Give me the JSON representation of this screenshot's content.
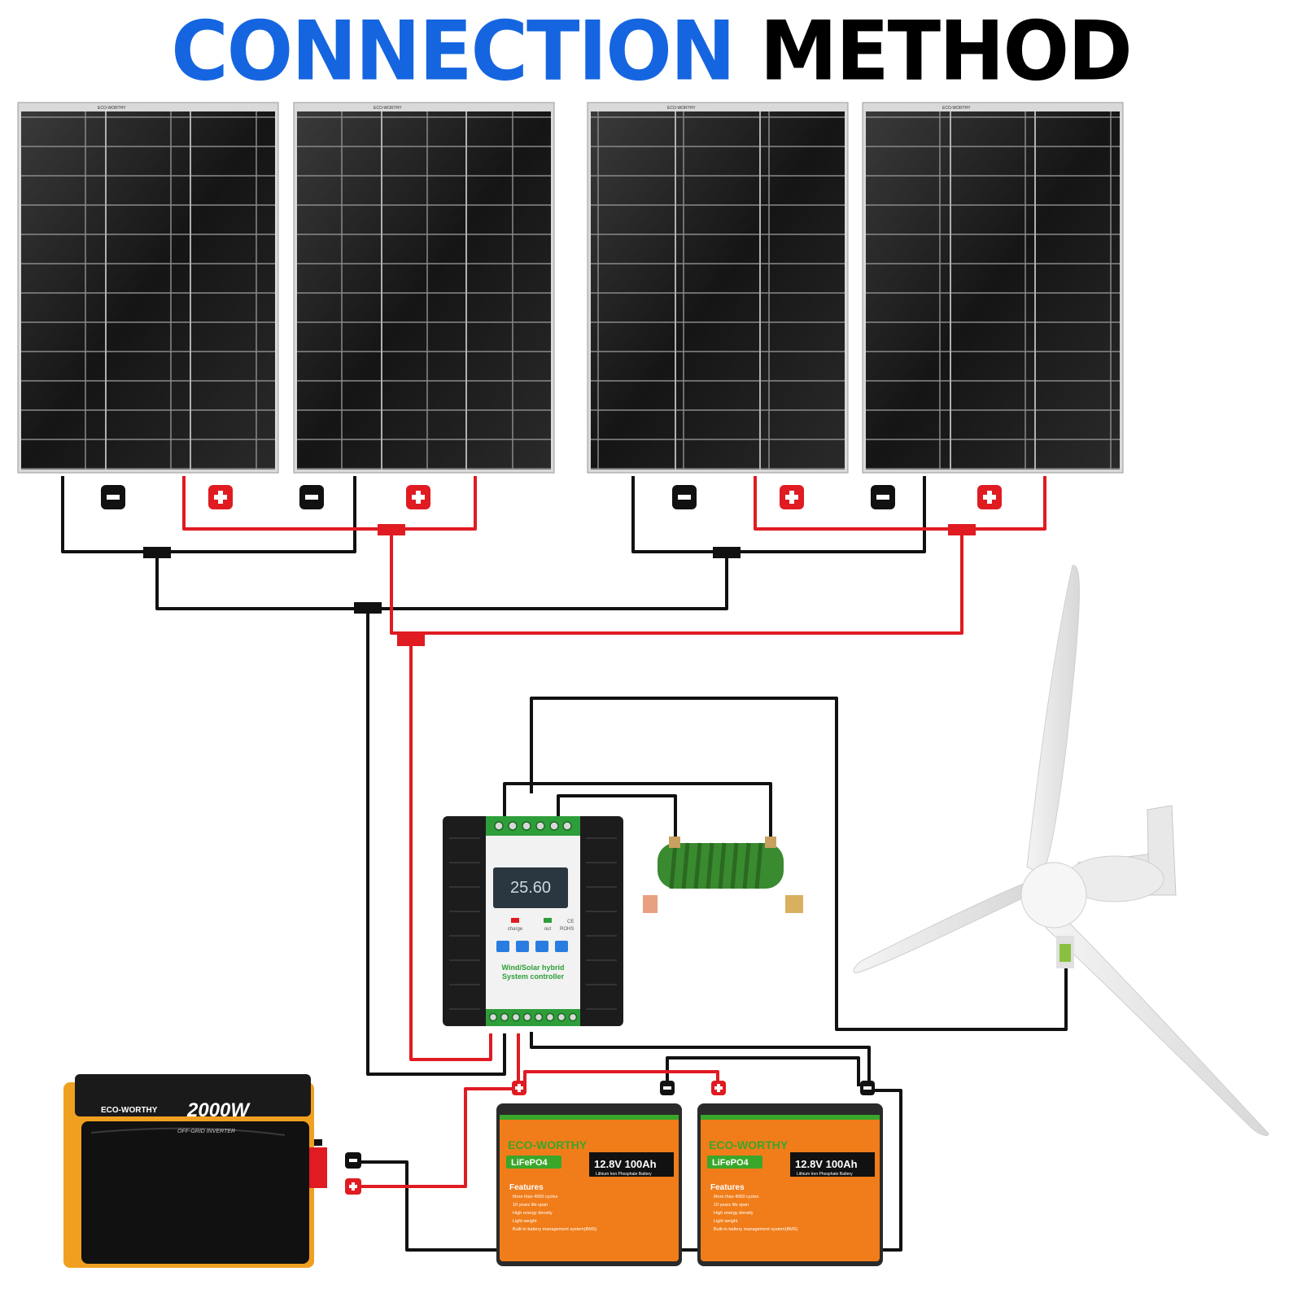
{
  "title": {
    "part1": "CONNECTION",
    "part2": "METHOD"
  },
  "colors": {
    "title_blue": "#1565e0",
    "wire_red": "#e01b22",
    "wire_black": "#111111",
    "battery_orange": "#f07d1a",
    "battery_green": "#3aa62a",
    "inverter_orange": "#f0a020"
  },
  "panel_brand": "ECO-WORTHY",
  "terminal_symbols": {
    "negative": "−",
    "positive": "+"
  },
  "controller": {
    "display": "25.60",
    "indicator_charge": "charge",
    "indicator_out": "out",
    "rohs": "ROHS",
    "ce": "CE",
    "line1": "Wind/Solar hybrid",
    "line2": "System controller"
  },
  "inverter": {
    "brand": "ECO-WORTHY",
    "power": "2000W",
    "subtitle": "OFF-GRID INVERTER"
  },
  "batteries": [
    {
      "brand": "ECO-WORTHY",
      "chem": "LiFePO4",
      "spec": "12.8V 100Ah",
      "spec_sub": "Lithium Iron Phosphate Battery",
      "features_title": "Features",
      "features": [
        "More than 4000 cycles",
        "10 years life span",
        "High energy density",
        "Light weight",
        "Built-in battery management system(BMS)"
      ]
    },
    {
      "brand": "ECO-WORTHY",
      "chem": "LiFePO4",
      "spec": "12.8V 100Ah",
      "spec_sub": "Lithium Iron Phosphate Battery",
      "features_title": "Features",
      "features": [
        "More than 4000 cycles",
        "10 years life span",
        "High energy density",
        "Light weight",
        "Built-in battery management system(BMS)"
      ]
    }
  ]
}
